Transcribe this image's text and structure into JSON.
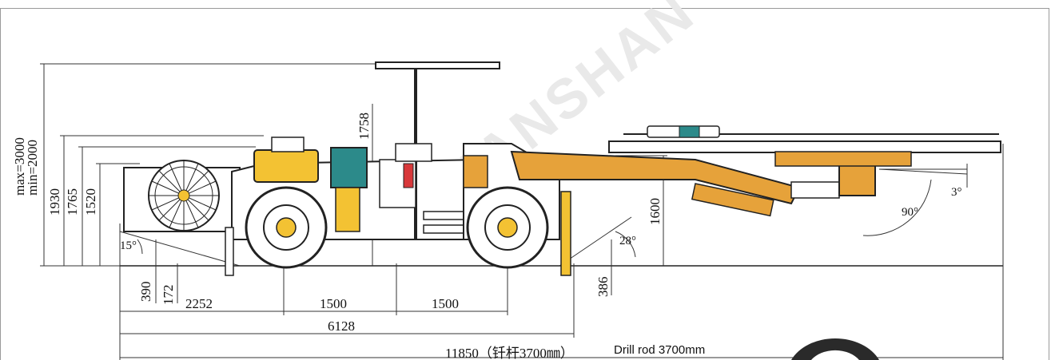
{
  "watermark": "LIANSHAN",
  "dimensions": {
    "height_max": "max=3000",
    "height_min": "min=2000",
    "h1930": "1930",
    "h1765": "1765",
    "h1520": "1520",
    "h1758": "1758",
    "h1600": "1600",
    "d390": "390",
    "d172": "172",
    "d386": "386",
    "d2252": "2252",
    "d1500a": "1500",
    "d1500b": "1500",
    "d6128": "6128",
    "d11850": "11850（钎杆3700㎜）",
    "drill_rod": "Drill rod 3700mm"
  },
  "angles": {
    "a15": "15°",
    "a28": "28°",
    "a90": "90°",
    "a3": "3°"
  },
  "colors": {
    "body_yellow": "#f3c233",
    "boom_orange": "#e6a23a",
    "line": "#222222",
    "tank_teal": "#2c8a8a",
    "red_light": "#d8383a"
  }
}
